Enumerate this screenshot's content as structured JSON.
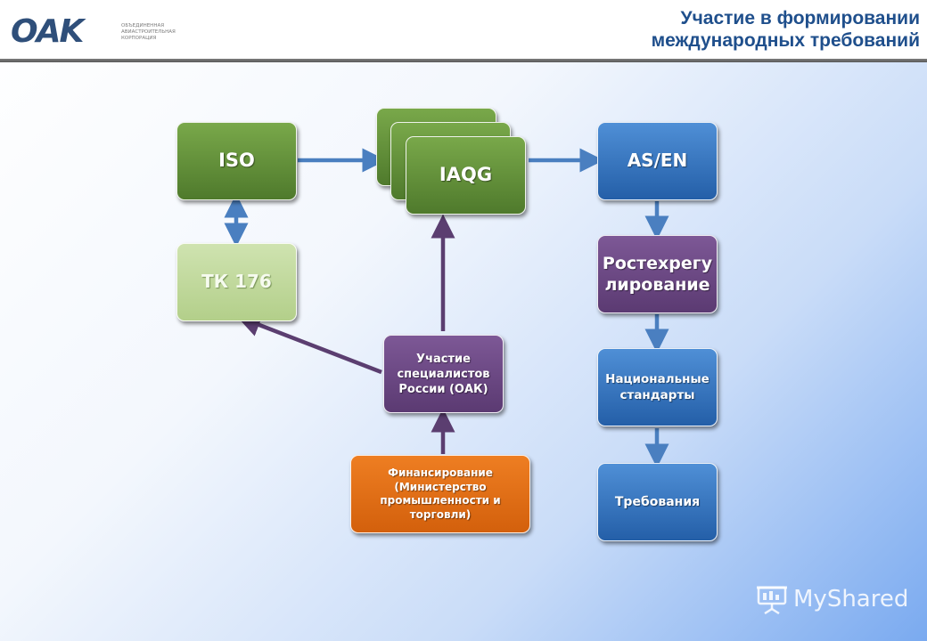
{
  "header": {
    "logo_mark": "OAK",
    "logo_tagline": "ОБЪЕДИНЕННАЯ АВИАСТРОИТЕЛЬНАЯ КОРПОРАЦИЯ",
    "title_line1": "Участие в формировании",
    "title_line2": "международных требований"
  },
  "nodes": {
    "iso": "ISO",
    "tk176": "ТК 176",
    "iaqg": "IAQG",
    "as_en": "AS/EN",
    "rostech_line1": "Ростехрегу",
    "rostech_line2": "лирование",
    "participation_line1": "Участие",
    "participation_line2": "специалистов",
    "participation_line3": "России (ОАК)",
    "financing_line1": "Финансирование",
    "financing_line2": "(Министерство",
    "financing_line3": "промышленности и",
    "financing_line4": "торговли)",
    "national_line1": "Национальные",
    "national_line2": "стандарты",
    "requirements": "Требования"
  },
  "colors": {
    "green": "#5f8f37",
    "light_green": "#c3d89f",
    "blue": "#2f6fbe",
    "purple": "#674581",
    "orange": "#e06a12",
    "arrow_blue": "#4a7fc0",
    "arrow_purple": "#5b3e70"
  },
  "watermark": {
    "text": "MyShared",
    "icon": "presentation-board-icon"
  }
}
